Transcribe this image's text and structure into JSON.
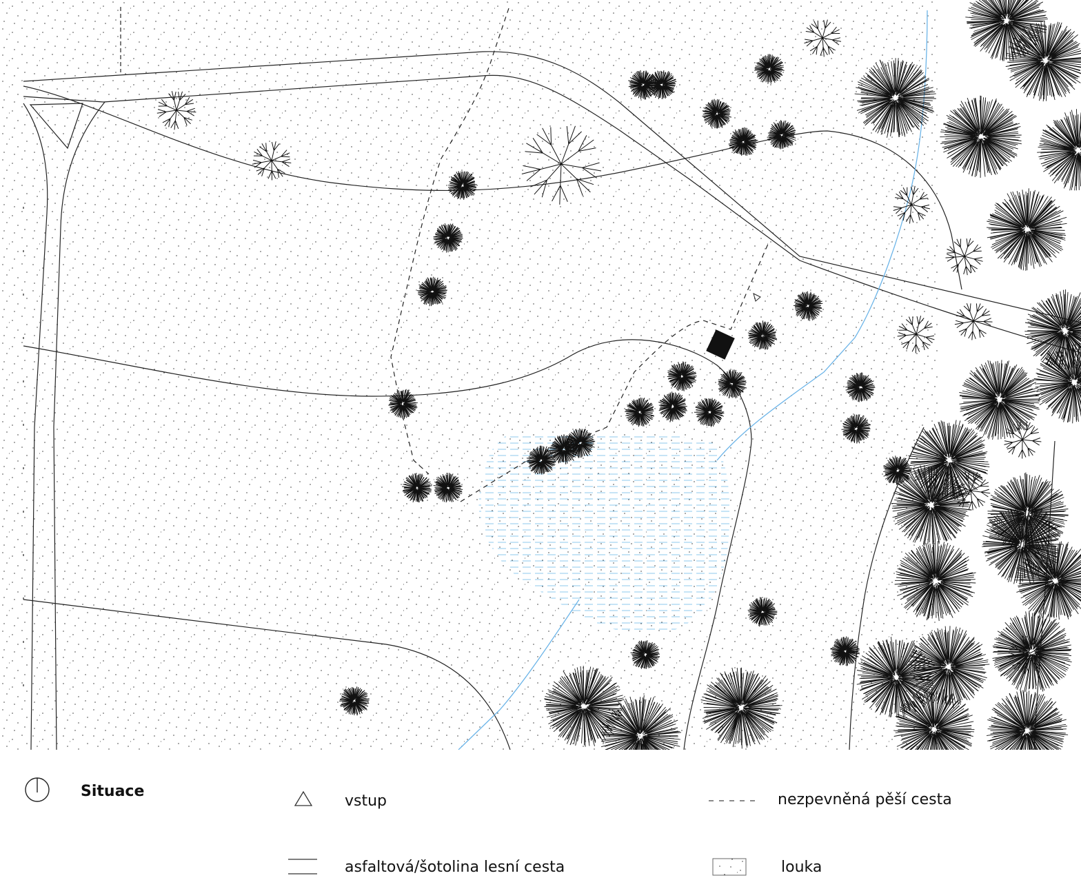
{
  "title": "Situace",
  "legend": {
    "entrance": "vstup",
    "footpath": "nezpevněná pěší cesta",
    "road": "asfaltová/šotolina lesní cesta",
    "meadow": "louka"
  },
  "icons": {
    "north": "north-arrow-icon",
    "entrance": "triangle-outline-icon",
    "footpath": "dashed-line-icon",
    "road": "double-line-icon",
    "meadow": "stipple-square-icon"
  },
  "colors": {
    "line": "#222222",
    "water": "#6bb4e8",
    "wetland": "#8cc8ee",
    "tree_fill": "#111111"
  }
}
